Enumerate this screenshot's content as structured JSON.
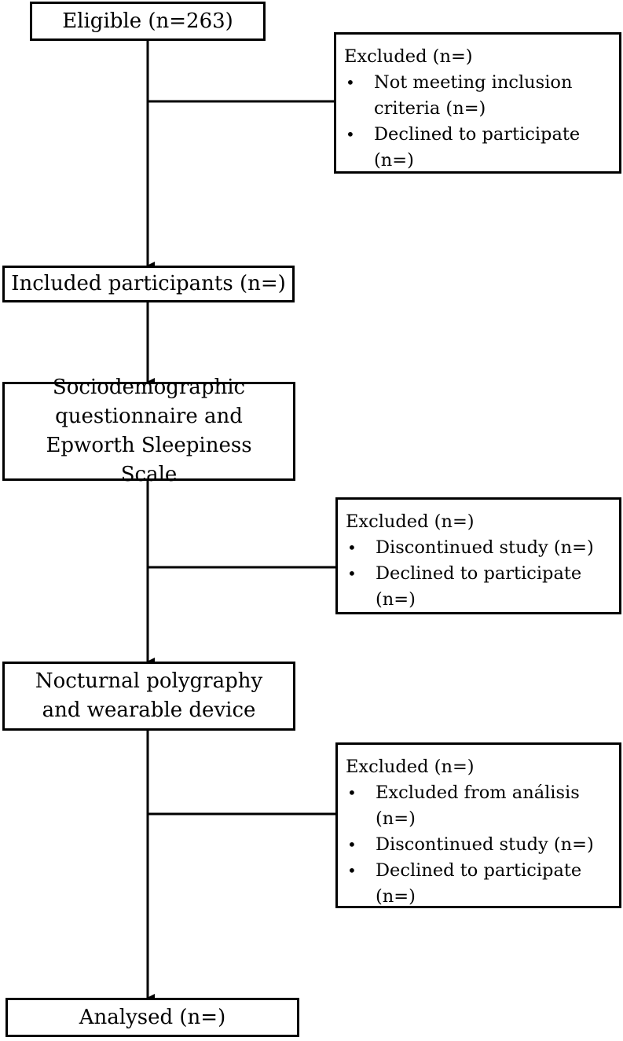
{
  "boxes": {
    "eligible": "Eligible (n=263)",
    "included": "Included participants (n=)",
    "questionnaire": "Sociodemographic questionnaire and Epworth Sleepiness Scale",
    "polygraphy": "Nocturnal polygraphy and wearable device",
    "analysed": "Analysed (n=)"
  },
  "exclusions": [
    {
      "title": "Excluded (n=)",
      "items": [
        "Not meeting inclusion criteria (n=)",
        "Declined to participate (n=)"
      ]
    },
    {
      "title": "Excluded (n=)",
      "items": [
        "Discontinued study (n=)",
        "Declined to participate (n=)"
      ]
    },
    {
      "title": "Excluded (n=)",
      "items": [
        "Excluded from análisis (n=)",
        "Discontinued study (n=)",
        "Declined to participate (n=)"
      ]
    }
  ],
  "colors": {
    "line": "#000000",
    "background": "#ffffff"
  }
}
